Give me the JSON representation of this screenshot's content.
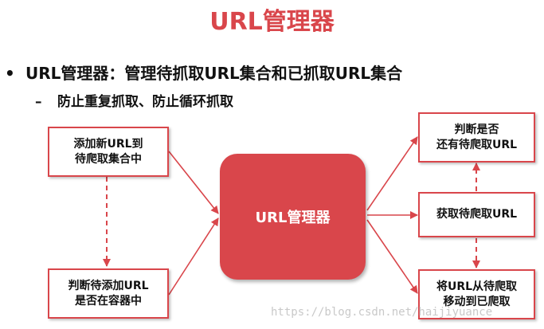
{
  "title": "URL管理器",
  "bullet": {
    "marker": "•",
    "text": "URL管理器：管理待抓取URL集合和已抓取URL集合"
  },
  "sub_bullet": {
    "marker": "–",
    "text": "防止重复抓取、防止循环抓取"
  },
  "center_label": "URL管理器",
  "boxes": {
    "add_new": "添加新URL到\n待爬取集合中",
    "check_exists": "判断待添加URL\n是否在容器中",
    "has_pending": "判断是否\n还有待爬取URL",
    "get_pending": "获取待爬取URL",
    "move_crawled": "将URL从待爬取\n移动到已爬取"
  },
  "colors": {
    "accent": "#d9464b",
    "text": "#111111"
  },
  "watermark": "https://blog.csdn.net/haijiyuance"
}
